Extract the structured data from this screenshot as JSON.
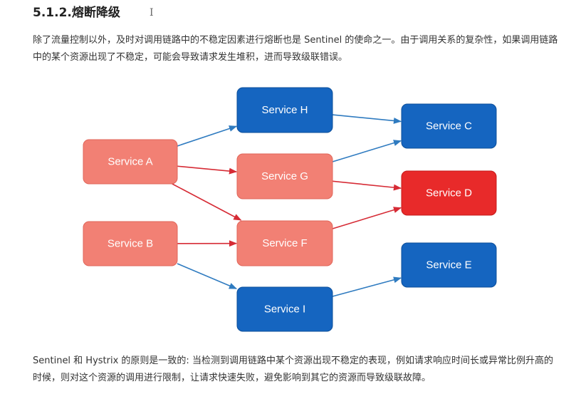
{
  "heading": "5.1.2.熔断降级",
  "cursor_glyph": "I",
  "paragraphs": {
    "intro": "除了流量控制以外，及时对调用链路中的不稳定因素进行熔断也是 Sentinel 的使命之一。由于调用关系的复杂性，如果调用链路中的某个资源出现了不稳定，可能会导致请求发生堆积，进而导致级联错误。",
    "principle": "Sentinel 和 Hystrix 的原则是一致的: 当检测到调用链路中某个资源出现不稳定的表现，例如请求响应时间长或异常比例升高的时候，则对这个资源的调用进行限制，让请求快速失败，避免影响到其它的资源而导致级联故障。"
  },
  "diagram": {
    "colors": {
      "healthy": "#1565c0",
      "degraded": "#f28074",
      "failed": "#e82a2a",
      "normal_call": "#2f7bc0",
      "error_call": "#d62b35"
    },
    "nodes": {
      "a": {
        "label": "Service A",
        "state": "degraded"
      },
      "b": {
        "label": "Service B",
        "state": "degraded"
      },
      "h": {
        "label": "Service H",
        "state": "healthy"
      },
      "g": {
        "label": "Service G",
        "state": "degraded"
      },
      "f": {
        "label": "Service F",
        "state": "degraded"
      },
      "i": {
        "label": "Service I",
        "state": "healthy"
      },
      "c": {
        "label": "Service C",
        "state": "healthy"
      },
      "d": {
        "label": "Service D",
        "state": "failed"
      },
      "e": {
        "label": "Service E",
        "state": "healthy"
      }
    },
    "edges": [
      {
        "from": "a",
        "to": "h",
        "state": "normal_call"
      },
      {
        "from": "a",
        "to": "g",
        "state": "error_call"
      },
      {
        "from": "a",
        "to": "f",
        "state": "error_call"
      },
      {
        "from": "b",
        "to": "f",
        "state": "error_call"
      },
      {
        "from": "b",
        "to": "i",
        "state": "normal_call"
      },
      {
        "from": "h",
        "to": "c",
        "state": "normal_call"
      },
      {
        "from": "g",
        "to": "c",
        "state": "normal_call"
      },
      {
        "from": "g",
        "to": "d",
        "state": "error_call"
      },
      {
        "from": "f",
        "to": "d",
        "state": "error_call"
      },
      {
        "from": "i",
        "to": "e",
        "state": "normal_call"
      }
    ]
  }
}
